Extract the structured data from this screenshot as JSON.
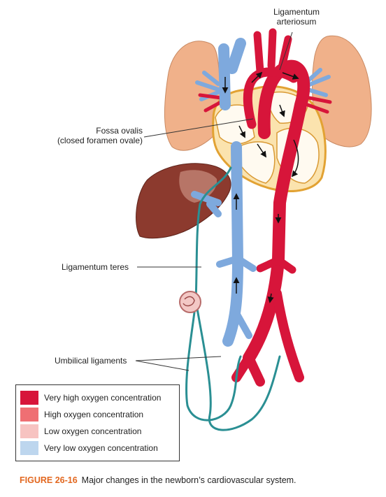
{
  "labels": {
    "ligamentum_arteriosum": [
      "Ligamentum",
      "arteriosum"
    ],
    "fossa_ovalis": [
      "Fossa ovalis",
      "(closed foramen ovale)"
    ],
    "ligamentum_teres": "Ligamentum teres",
    "umbilical_ligaments": "Umbilical ligaments"
  },
  "legend": [
    {
      "label": "Very high oxygen concentration",
      "color": "#d7153a"
    },
    {
      "label": "High oxygen concentration",
      "color": "#ef6f73"
    },
    {
      "label": "Low oxygen concentration",
      "color": "#f7c3c1"
    },
    {
      "label": "Very low oxygen concentration",
      "color": "#bdd6ee"
    }
  ],
  "caption": {
    "figure_number": "FIGURE 26-16",
    "text": "Major changes in the newborn’s cardiovascular system."
  },
  "colors": {
    "artery": "#d7153a",
    "vein": "#7ea9dd",
    "lung": "#f0b18a",
    "liver": "#8c3a2e",
    "heart_outline": "#e2a233",
    "ligament": "#2a8f93",
    "figure_label": "#e2671f"
  }
}
